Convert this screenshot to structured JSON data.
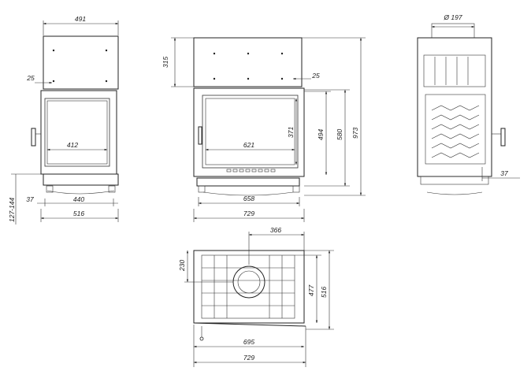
{
  "front_view": {
    "width_top": "491",
    "door_frame": "25",
    "glass_width": "412",
    "leg_offset": "37",
    "leg_span": "440",
    "total_width": "516",
    "leg_height": "127-144"
  },
  "side_view": {
    "top_height": "315",
    "door_frame": "25",
    "glass_height": "371",
    "door_height": "494",
    "body_height": "580",
    "total_height": "973",
    "glass_width": "621",
    "leg_span": "658",
    "total_width": "729"
  },
  "rear_view": {
    "flue_diameter": "Ø 197",
    "leg_offset": "37"
  },
  "top_view": {
    "flue_center": "366",
    "flue_offset": "230",
    "inner_depth": "477",
    "outer_depth": "516",
    "inner_width": "695",
    "outer_width": "729"
  }
}
